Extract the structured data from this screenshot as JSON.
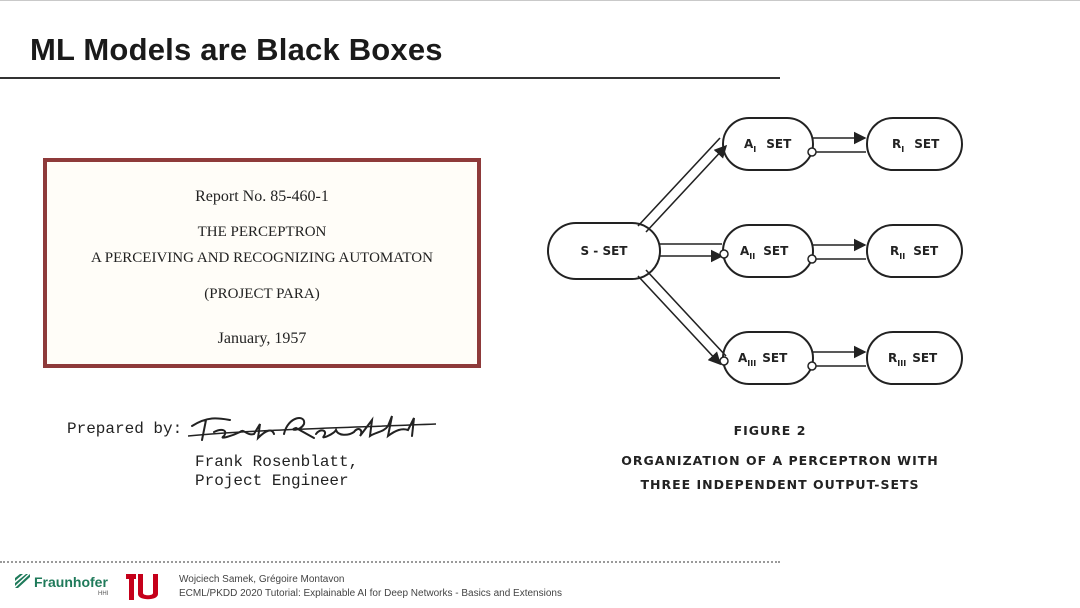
{
  "slide": {
    "title": "ML Models are Black Boxes"
  },
  "report": {
    "number": "Report No. 85-460-1",
    "title": "THE PERCEPTRON",
    "subtitle": "A PERCEIVING AND RECOGNIZING AUTOMATON",
    "project": "(PROJECT PARA)",
    "date": "January, 1957"
  },
  "preparer": {
    "label": "Prepared by:",
    "signature": "Frank Rosenblatt",
    "name": "Frank Rosenblatt,",
    "role": "Project Engineer"
  },
  "figure": {
    "nodes": {
      "s_set": "S - SET",
      "a1": "SET",
      "a2": "SET",
      "a3": "SET",
      "r1": "SET",
      "r2": "SET",
      "r3": "SET",
      "a_letter": "A",
      "r_letter": "R",
      "sub1": "I",
      "sub2": "II",
      "sub3": "III"
    },
    "label": "FIGURE 2",
    "caption_line1": "ORGANIZATION OF A PERCEPTRON WITH",
    "caption_line2": "THREE INDEPENDENT OUTPUT-SETS"
  },
  "footer": {
    "org": "Fraunhofer",
    "org_sub": "HHI",
    "authors": "Wojciech Samek, Grégoire Montavon",
    "event": "ECML/PKDD 2020 Tutorial: Explainable AI for Deep Networks - Basics and Extensions"
  },
  "colors": {
    "report_border": "#8e3a3a",
    "fraunhofer_green": "#1f7a5a",
    "tu_red": "#c5001a"
  }
}
